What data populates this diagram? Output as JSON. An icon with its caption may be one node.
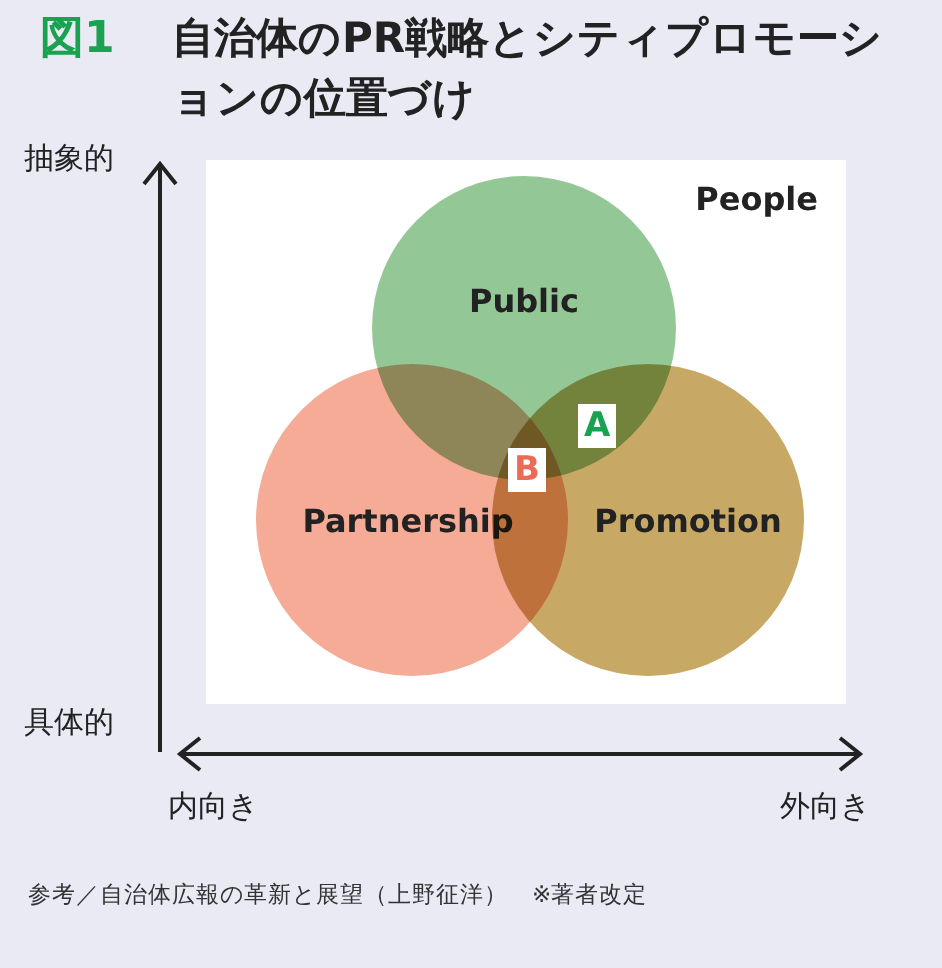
{
  "diagram": {
    "title": "自治体のPR戦略とシティプロモーションの位置づけ",
    "nodes": [
      {
        "text": [
          "People"
        ]
      },
      {
        "text": [
          "Public"
        ],
        "in": 0
      },
      {
        "text": [
          "Partnership"
        ],
        "in": 0
      },
      {
        "text": [
          "Promotion"
        ],
        "in": 0
      },
      {
        "text": [
          "A"
        ]
      },
      {
        "text": [
          "B"
        ]
      }
    ],
    "labels": [
      "図1",
      "抽象的",
      "具体的",
      "内向き",
      "外向き",
      "参考／自治体広報の革新と展望（上野征洋）",
      "※著者改定"
    ]
  }
}
